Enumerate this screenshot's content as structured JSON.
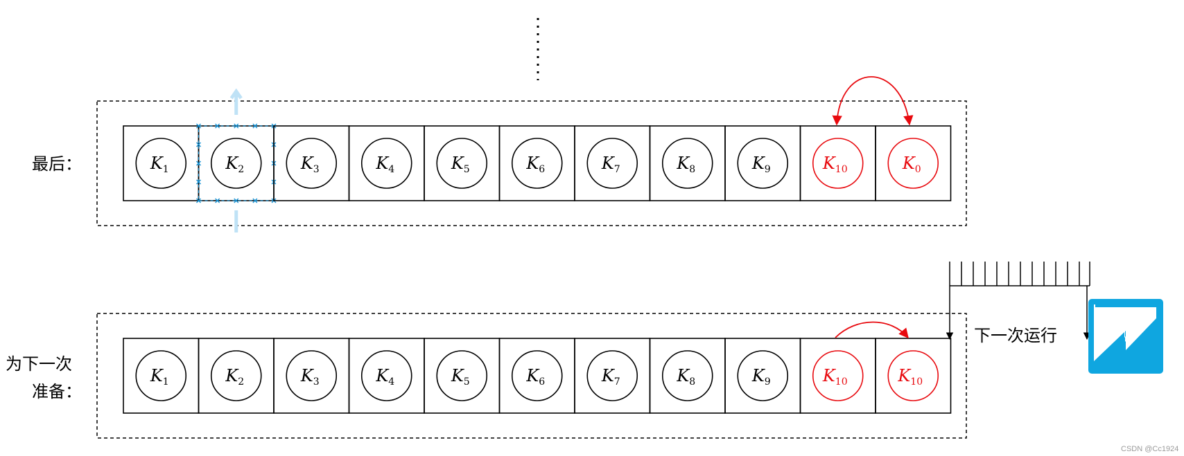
{
  "colors": {
    "normal": "#000000",
    "highlight": "#e8090e",
    "accent": "#0fa6e0",
    "selection": "#0e8fd4"
  },
  "rows": [
    {
      "label_lines": [
        "最后："
      ],
      "cells": [
        {
          "letter": "K",
          "sub": "1",
          "highlight": false
        },
        {
          "letter": "K",
          "sub": "2",
          "highlight": false,
          "selected": true
        },
        {
          "letter": "K",
          "sub": "3",
          "highlight": false
        },
        {
          "letter": "K",
          "sub": "4",
          "highlight": false
        },
        {
          "letter": "K",
          "sub": "5",
          "highlight": false
        },
        {
          "letter": "K",
          "sub": "6",
          "highlight": false
        },
        {
          "letter": "K",
          "sub": "7",
          "highlight": false
        },
        {
          "letter": "K",
          "sub": "8",
          "highlight": false
        },
        {
          "letter": "K",
          "sub": "9",
          "highlight": false
        },
        {
          "letter": "K",
          "sub": "10",
          "highlight": true
        },
        {
          "letter": "K",
          "sub": "0",
          "highlight": true
        }
      ],
      "arrow": "swap"
    },
    {
      "label_lines": [
        "为下一次",
        "准备："
      ],
      "cells": [
        {
          "letter": "K",
          "sub": "1",
          "highlight": false
        },
        {
          "letter": "K",
          "sub": "2",
          "highlight": false
        },
        {
          "letter": "K",
          "sub": "3",
          "highlight": false
        },
        {
          "letter": "K",
          "sub": "4",
          "highlight": false
        },
        {
          "letter": "K",
          "sub": "5",
          "highlight": false
        },
        {
          "letter": "K",
          "sub": "6",
          "highlight": false
        },
        {
          "letter": "K",
          "sub": "7",
          "highlight": false
        },
        {
          "letter": "K",
          "sub": "8",
          "highlight": false
        },
        {
          "letter": "K",
          "sub": "9",
          "highlight": false
        },
        {
          "letter": "K",
          "sub": "10",
          "highlight": true
        },
        {
          "letter": "K",
          "sub": "10",
          "highlight": true
        }
      ],
      "arrow": "copy"
    }
  ],
  "next_run_label": "下一次运行",
  "continuation_marker": "⋮",
  "watermark": "CSDN @Cc1924"
}
